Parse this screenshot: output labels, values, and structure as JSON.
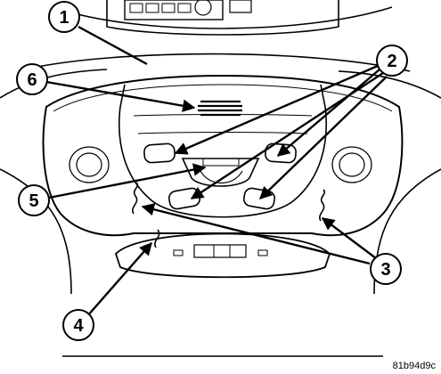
{
  "diagram": {
    "figure_id": "81b94d9c",
    "callouts": [
      {
        "key": "c1",
        "number": "1"
      },
      {
        "key": "c2",
        "number": "2"
      },
      {
        "key": "c3",
        "number": "3"
      },
      {
        "key": "c4",
        "number": "4"
      },
      {
        "key": "c5",
        "number": "5"
      },
      {
        "key": "c6",
        "number": "6"
      }
    ]
  }
}
